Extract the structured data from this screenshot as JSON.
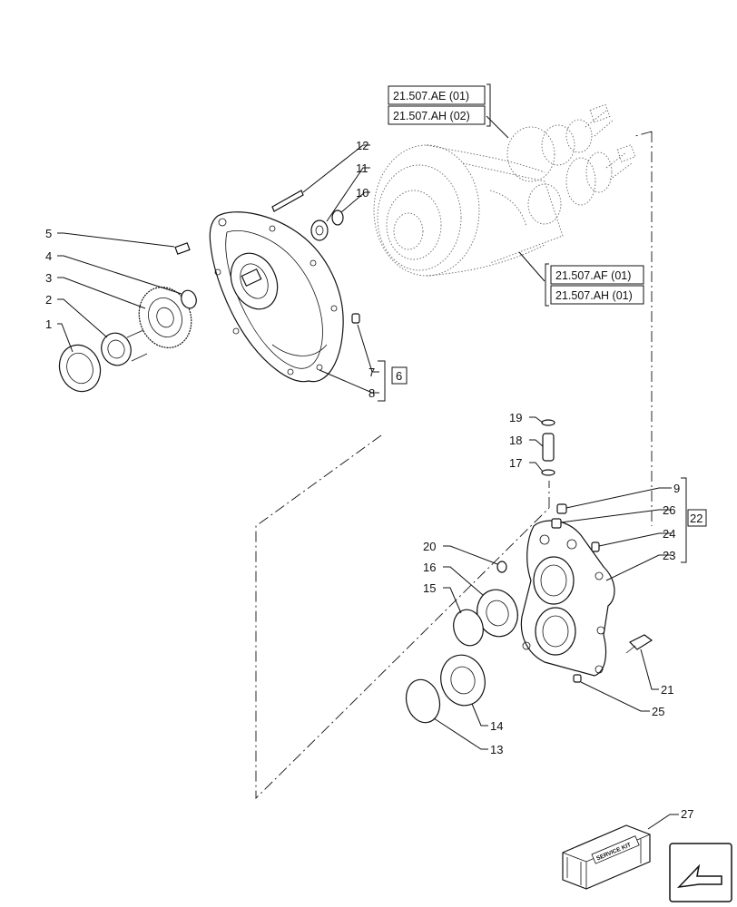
{
  "callouts": [
    "1",
    "2",
    "3",
    "4",
    "5",
    "7",
    "8",
    "9",
    "10",
    "11",
    "12",
    "13",
    "14",
    "15",
    "16",
    "17",
    "18",
    "19",
    "20",
    "21",
    "23",
    "24",
    "25",
    "26",
    "27"
  ],
  "group_refs": {
    "group_6": "6",
    "group_22": "22"
  },
  "section_refs": {
    "top": [
      "21.507.AE (01)",
      "21.507.AH (02)"
    ],
    "right": [
      "21.507.AF (01)",
      "21.507.AH (01)"
    ]
  },
  "kit_label": "SERVICE KIT",
  "icons": {
    "nav": "next-page-arrow-icon"
  }
}
